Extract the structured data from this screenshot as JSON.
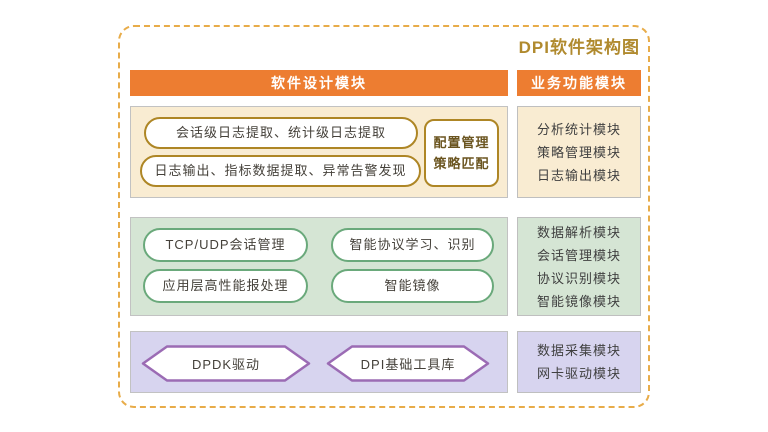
{
  "title": "DPI软件架构图",
  "headers": {
    "left": "软件设计模块",
    "right": "业务功能模块"
  },
  "design": {
    "log_layer": {
      "pill_1": "会话级日志提取、统计级日志提取",
      "pill_2": "日志输出、指标数据提取、异常告警发现",
      "config_box": {
        "line_1": "配置管理",
        "line_2": "策略匹配"
      }
    },
    "engine_layer": {
      "pill_1": "TCP/UDP会话管理",
      "pill_2": "智能协议学习、识别",
      "pill_3": "应用层高性能报处理",
      "pill_4": "智能镜像"
    },
    "base_layer": {
      "hex_1": "DPDK驱动",
      "hex_2": "DPI基础工具库"
    }
  },
  "business": {
    "log_modules": [
      "分析统计模块",
      "策略管理模块",
      "日志输出模块"
    ],
    "engine_modules": [
      "数据解析模块",
      "会话管理模块",
      "协议识别模块",
      "智能镜像模块"
    ],
    "base_modules": [
      "数据采集模块",
      "网卡驱动模块"
    ]
  },
  "colors": {
    "header_orange": "#ED7D31",
    "frame_dash_gold": "#E8AC49",
    "title_gold_brown": "#B08A2E",
    "gold_border": "#AE8625",
    "green_border": "#6AA97B",
    "purple_border": "#9B6BB4",
    "cream_band_bg": "#F9ECD2",
    "green_band_bg": "#D5E5D4",
    "purple_band_bg": "#D7D4EF",
    "body_text": "#404040"
  }
}
